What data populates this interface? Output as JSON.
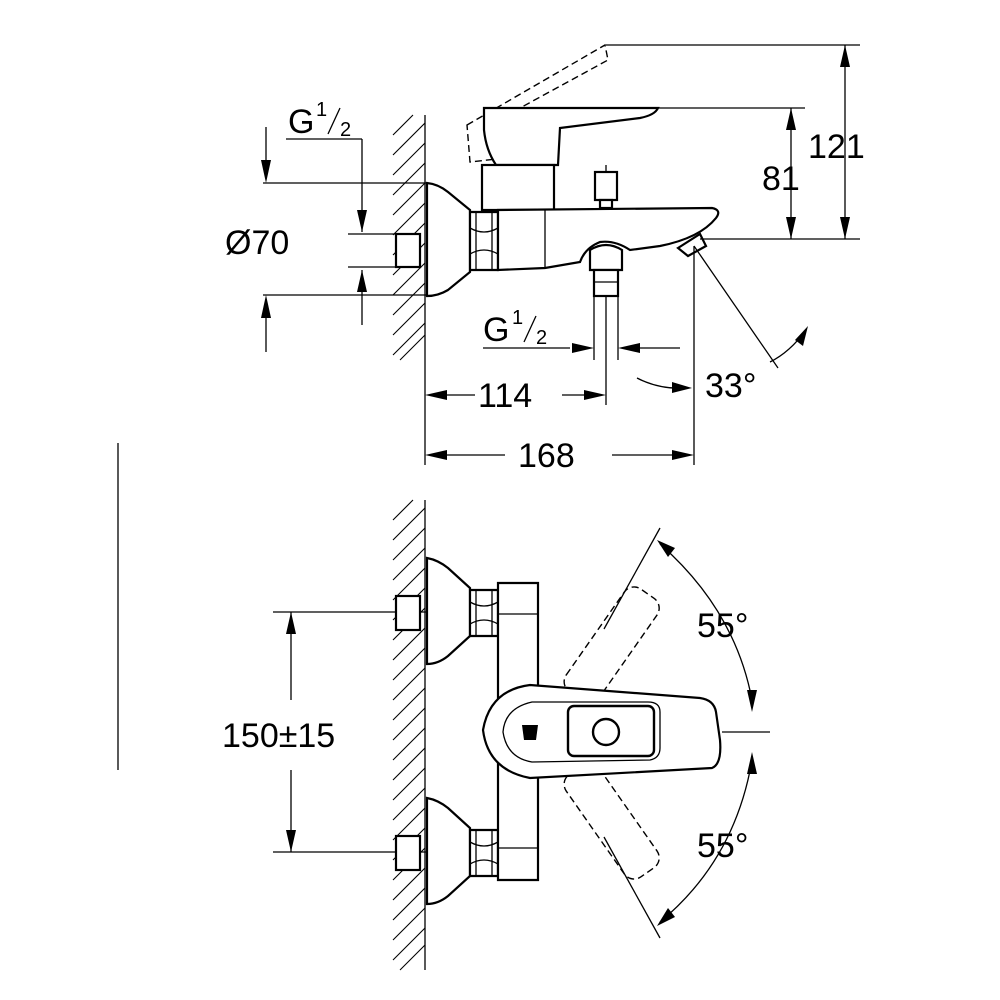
{
  "dimensions": {
    "thread_top": {
      "base": "G",
      "num": "1",
      "den": "2"
    },
    "thread_bottom": {
      "base": "G",
      "num": "1",
      "den": "2"
    },
    "flange_diameter": "Ø70",
    "height_spout": "81",
    "height_lever": "121",
    "angle_spout": "33°",
    "projection_outlet": "114",
    "projection_total": "168",
    "centres": "150±15",
    "lever_angle_up": "55°",
    "lever_angle_down": "55°"
  }
}
